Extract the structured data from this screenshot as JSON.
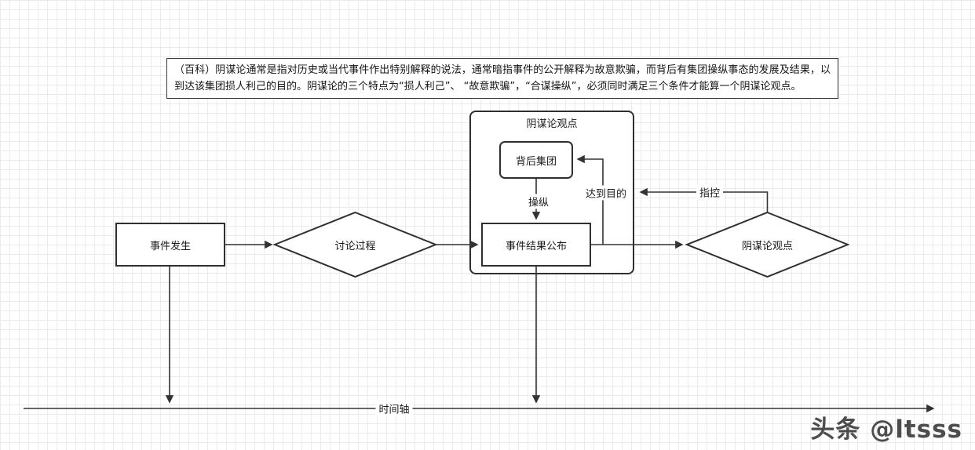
{
  "description_box": {
    "text": "（百科）阴谋论通常是指对历史或当代事件作出特别解释的说法，通常暗指事件的公开解释为故意欺骗，而背后有集团操纵事态的发展及结果，以到达该集团损人利己的目的。阴谋论的三个特点为“损人利己”、 “故意欺骗”，“合谋操纵”，必须同时满足三个条件才能算一个阴谋论观点。"
  },
  "nodes": {
    "container_label": "阴谋论观点",
    "behind_group": "背后集团",
    "event_occurs": "事件发生",
    "discussion_process": "讨论过程",
    "event_result": "事件结果公布",
    "conspiracy_view": "阴谋论观点"
  },
  "edge_labels": {
    "manipulate": "操纵",
    "achieve_goal": "达到目的",
    "accuse": "指控",
    "timeline": "时间轴"
  },
  "watermark": {
    "text": "头条 @ltsss"
  },
  "colors": {
    "line": "#333333",
    "shape_border": "#2f2f2f",
    "grid": "#ebebeb",
    "watermark": "#4d4d4d"
  }
}
